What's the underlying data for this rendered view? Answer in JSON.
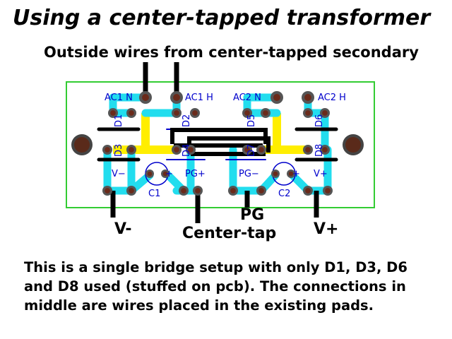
{
  "title": "Using a center-tapped transformer",
  "subtitle": "Outside wires from center-tapped secondary",
  "labels": {
    "v_minus": "V-",
    "center_tap": "Center-tap",
    "pg": "PG",
    "v_plus": "V+"
  },
  "note": "This is a single bridge setup with only D1, D3, D6 and D8 used (stuffed on pcb).  The connections in middle are wires placed in the existing pads.",
  "pcb": {
    "ac1_n": "AC1  N",
    "ac1_h": "AC1  H",
    "ac2_n": "AC2  N",
    "ac2_h": "AC2  H",
    "d1": "D1",
    "d2": "D2",
    "d3": "D3",
    "d4": "D4",
    "d5": "D5",
    "d6": "D6",
    "d7": "D7",
    "d8": "D8",
    "c1": "C1",
    "c2": "C2",
    "vminus": "V−",
    "pgplus": "PG+",
    "pgminus": "PG−",
    "vplus": "V+",
    "plus1": "+",
    "plus2": "+"
  },
  "colors": {
    "board_outline": "#33cc33",
    "trace_cyan": "#22ddee",
    "trace_yellow": "#ffee00",
    "silk_blue": "#0000cc",
    "wire": "#000000"
  }
}
